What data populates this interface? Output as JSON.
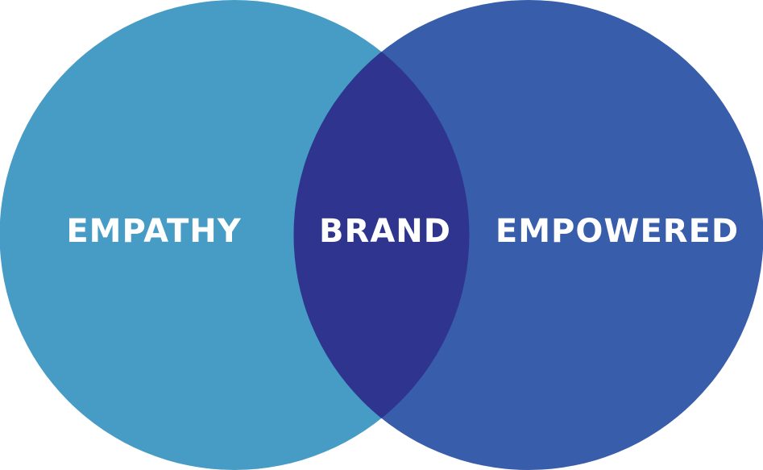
{
  "diagram": {
    "type": "venn",
    "left_circle": {
      "label": "EMPATHY",
      "color": "#469CC4"
    },
    "right_circle": {
      "label": "EMPOWERED",
      "color": "#385DAB"
    },
    "intersection": {
      "label": "BRAND",
      "color": "#2F358F"
    },
    "label_color": "#FFFFFF"
  }
}
